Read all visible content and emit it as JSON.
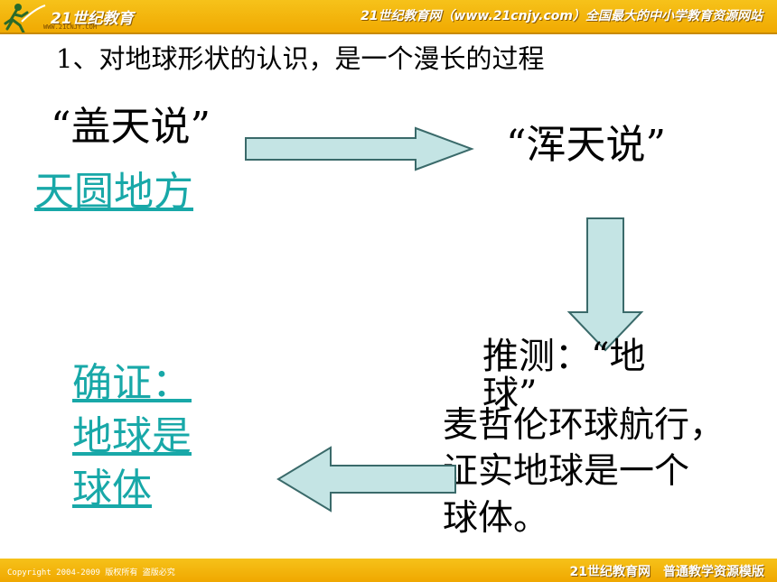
{
  "header": {
    "logo_text": "21世纪教育",
    "logo_url": "WWW.21CNJY.COM",
    "site_title": "21世纪教育网（www.21cnjy.com）全国最大的中小学教育资源网站"
  },
  "slide": {
    "heading": "1、对地球形状的认识，是一个漫长的过程",
    "gaitian": "“盖天说”",
    "huntian": "“浑天说”",
    "tianyuan_link": "天圆地方",
    "tuice": "推测：“地",
    "tuice_line2": "球”",
    "confirm_link_1": "确证：",
    "confirm_link_2": "地球是",
    "confirm_link_3": "球体",
    "magellan_1": "麦哲伦环球航行，",
    "magellan_2": "证实地球是一个",
    "magellan_3": "球体。"
  },
  "colors": {
    "arrow_fill": "#c4e4e4",
    "arrow_stroke": "#3a6a6a",
    "link": "#18a8a8",
    "bar": "#f4b400"
  },
  "footer": {
    "copyright": "Copyright 2004-2009 版权所有 盗版必究",
    "right": "21世纪教育网　普通教学资源模版"
  }
}
